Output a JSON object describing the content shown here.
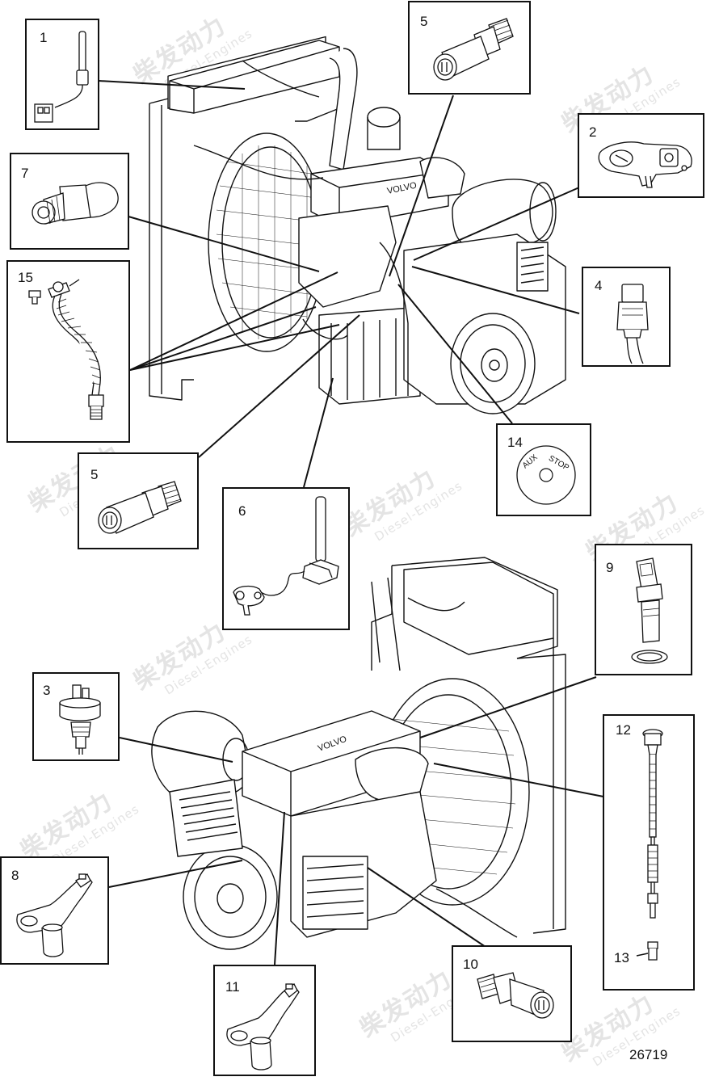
{
  "watermark": {
    "brand": "柴发动力",
    "sub": "Diesel-Engines"
  },
  "callouts": {
    "c1": "1",
    "c2": "2",
    "c3": "3",
    "c4": "4",
    "c5a": "5",
    "c5b": "5",
    "c6": "6",
    "c7": "7",
    "c8": "8",
    "c9": "9",
    "c10": "10",
    "c11": "11",
    "c12": "12",
    "c13": "13",
    "c14": "14",
    "c15": "15"
  },
  "button14": {
    "left": "AUX",
    "right": "STOP"
  },
  "engine_badge": "VOLVO",
  "reference_number": "26719"
}
